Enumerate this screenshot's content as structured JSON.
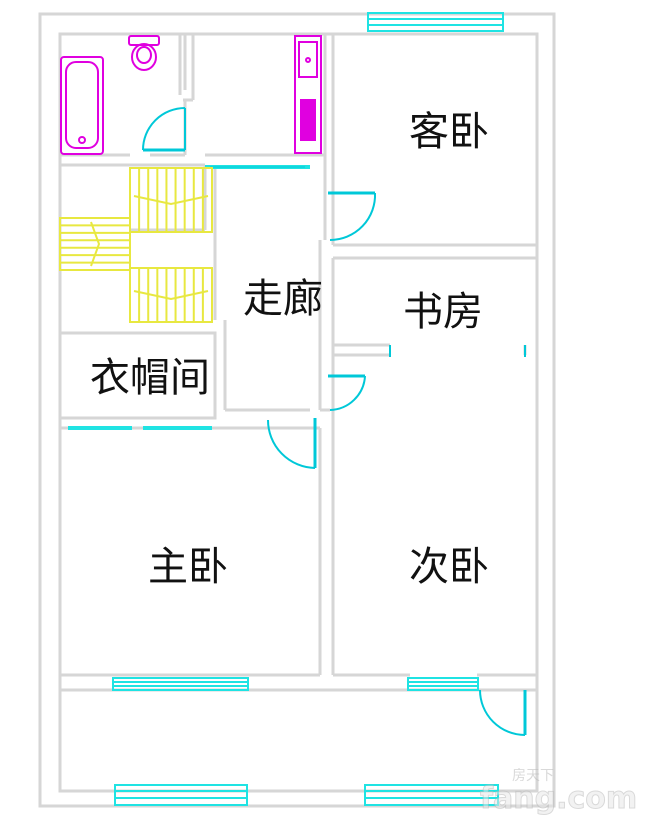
{
  "rooms": {
    "guest_bedroom": "客卧",
    "corridor": "走廊",
    "study": "书房",
    "cloakroom": "衣帽间",
    "master_bedroom": "主卧",
    "second_bedroom": "次卧"
  },
  "watermark": {
    "brand": "fang.com",
    "cn": "房天下"
  },
  "colors": {
    "wall": "#d6d6d6",
    "window": "#1fe3e3",
    "door": "#00c8d8",
    "fixture": "#e000e0",
    "stair": "#e8e840",
    "text": "#111111"
  }
}
